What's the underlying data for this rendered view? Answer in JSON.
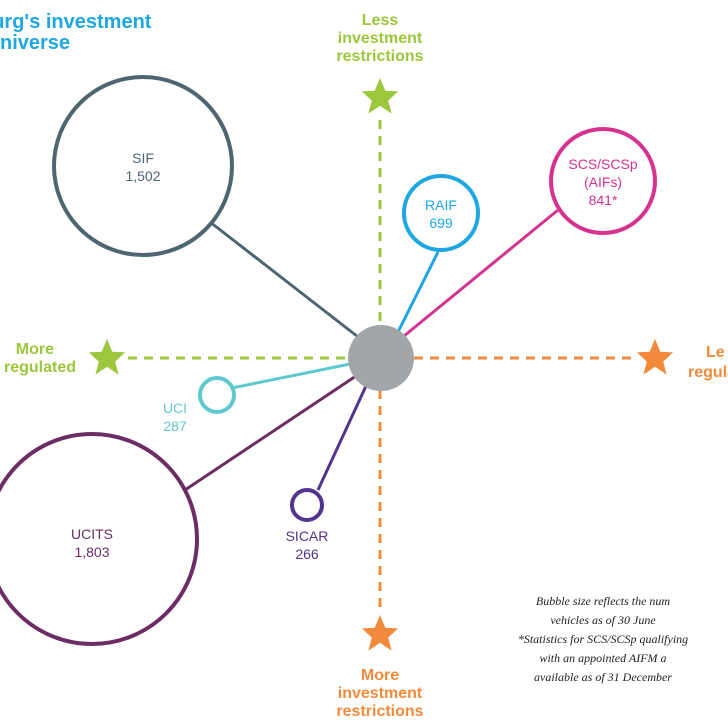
{
  "title": {
    "line1": "ourg's investment",
    "line2": "niverse"
  },
  "axes": {
    "top": [
      "Less",
      "investment",
      "restrictions"
    ],
    "bottom": [
      "More",
      "investment",
      "restrictions"
    ],
    "left": [
      "More",
      "regulated"
    ],
    "right": [
      "Le",
      "regula"
    ]
  },
  "bubbles": {
    "sif": {
      "name": "SIF",
      "value": "1,502"
    },
    "raif": {
      "name": "RAIF",
      "value": "699"
    },
    "scs": {
      "name1": "SCS/SCSp",
      "name2": "(AIFs)",
      "value": "841*"
    },
    "uci": {
      "name": "UCI",
      "value": "287"
    },
    "ucits": {
      "name": "UCITS",
      "value": "1,803"
    },
    "sicar": {
      "name": "SICAR",
      "value": "266"
    }
  },
  "note": [
    "Bubble size reflects the num",
    "vehicles as of 30 June",
    "*Statistics for SCS/SCSp qualifying",
    "with an appointed AIFM a",
    "available as of 31 December"
  ],
  "colors": {
    "green": "#9cc63b",
    "orange": "#f28a3c",
    "sif": "#4e6670",
    "raif": "#1ea7e1",
    "scs": "#d63391",
    "uci": "#5ecad0",
    "ucits": "#6b2d63",
    "sicar": "#52358c",
    "center": "#a3a6a8",
    "title": "#1ea7e1"
  }
}
